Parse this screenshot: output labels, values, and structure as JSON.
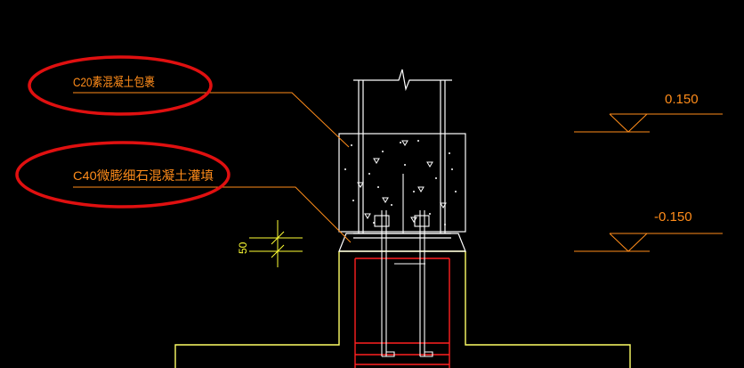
{
  "annotations": {
    "c20_label": "C20素混凝土包裹",
    "c40_label": "C40微膨细石混凝土灌填"
  },
  "dimension": {
    "value": "50"
  },
  "levels": {
    "top": "0.150",
    "bottom": "-0.150"
  },
  "colors": {
    "background": "#000000",
    "annotation_text": "#ff8c1a",
    "leader_line": "#ff8c1a",
    "highlight_ellipse": "#e01010",
    "concrete_outline": "#ffffff",
    "column": "#ffffff",
    "foundation": "#ffff66",
    "rebar": "#ff2020",
    "anchor_bolt": "#ffffff",
    "level_text": "#ff8c1a",
    "level_line": "#ff8c1a",
    "dimension": "#ffff33"
  }
}
